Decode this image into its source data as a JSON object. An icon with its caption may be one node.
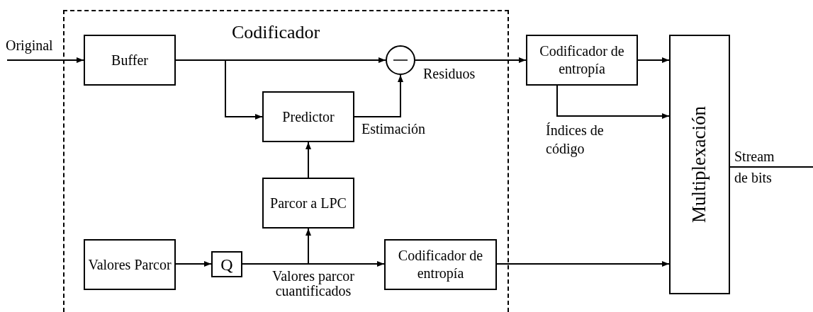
{
  "diagram": {
    "nodes": [
      {
        "text": [
          "Codificador"
        ]
      },
      {
        "text": [
          "Buffer"
        ],
        "in": 0
      },
      {
        "text": [],
        "shape": "circle",
        "in": 0
      },
      {
        "text": [
          "Predictor"
        ],
        "in": 0
      },
      {
        "text": [
          "Parcor a LPC"
        ],
        "in": 0
      },
      {
        "text": [
          "Valores Parcor"
        ],
        "in": 0
      },
      {
        "text": [
          "Q"
        ],
        "in": 0
      },
      {
        "text": [
          "Codificador de entropía"
        ],
        "in": 0
      },
      {
        "text": [
          "Codificador de entropía"
        ]
      },
      {
        "text": [
          "Multiplexación"
        ]
      }
    ],
    "edges": [
      {
        "from": null,
        "to": 1,
        "arrow": "to",
        "label": "Original"
      },
      {
        "from": 1,
        "to": 2,
        "arrow": "to"
      },
      {
        "from": 1,
        "to": 3,
        "arrow": "to"
      },
      {
        "from": 3,
        "to": 2,
        "arrow": "to",
        "label": "Estimación"
      },
      {
        "from": 2,
        "to": 8,
        "arrow": "to",
        "label": "Residuos"
      },
      {
        "from": 8,
        "to": 9,
        "arrow": "to"
      },
      {
        "from": 8,
        "to": 9,
        "arrow": "to",
        "label": "Índices de código"
      },
      {
        "from": 5,
        "to": 6,
        "arrow": "to"
      },
      {
        "from": 6,
        "to": 7,
        "arrow": "to",
        "label": "Valores parcor cuantificados"
      },
      {
        "from": 6,
        "to": 4,
        "arrow": "to"
      },
      {
        "from": 4,
        "to": 3,
        "arrow": "to"
      },
      {
        "from": 7,
        "to": 9,
        "arrow": "to"
      },
      {
        "from": 9,
        "to": null,
        "arrow": "none",
        "label": "Stream de bits"
      }
    ]
  }
}
